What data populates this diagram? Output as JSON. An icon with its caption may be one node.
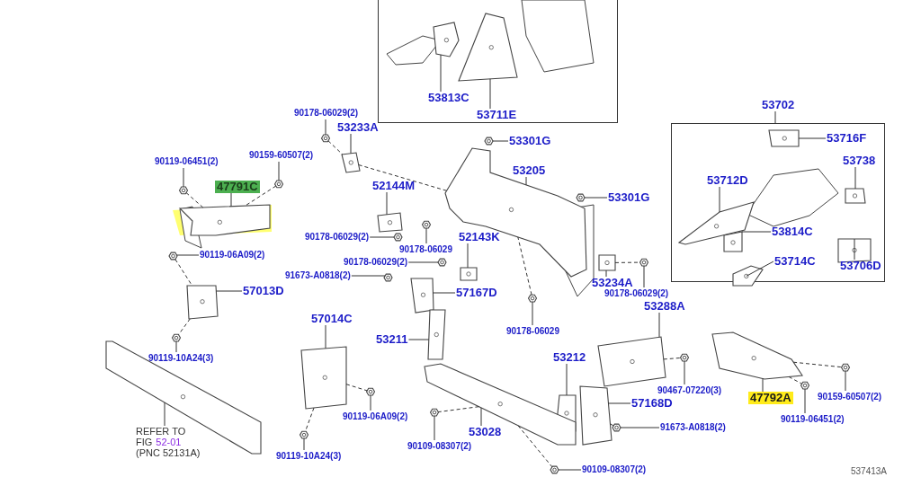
{
  "diagram": {
    "nodes": [
      {
        "text": [],
        "shape": "box"
      },
      {
        "text": [
          "53813C"
        ],
        "in": 0
      },
      {
        "text": [
          "53711E"
        ],
        "in": 0
      },
      {
        "text": [
          "90178-06029(2)"
        ]
      },
      {
        "text": [
          "53233A"
        ]
      },
      {
        "text": [
          "53301G"
        ]
      },
      {
        "text": [
          "90119-06451(2)"
        ]
      },
      {
        "text": [
          "90159-60507(2)"
        ]
      },
      {
        "text": [
          "53205"
        ]
      },
      {
        "text": [
          "47791C"
        ]
      },
      {
        "text": [
          "52144M"
        ]
      },
      {
        "text": [
          "53301G"
        ]
      },
      {
        "text": [
          "90178-06029(2)"
        ]
      },
      {
        "text": [
          "52143K"
        ]
      },
      {
        "text": [
          "90178-06029"
        ]
      },
      {
        "text": [
          "90119-06A09(2)"
        ]
      },
      {
        "text": [
          "90178-06029(2)"
        ]
      },
      {
        "text": [
          "91673-A0818(2)"
        ]
      },
      {
        "text": [
          "53234A"
        ]
      },
      {
        "text": [
          "57013D"
        ]
      },
      {
        "text": [
          "57167D"
        ]
      },
      {
        "text": [
          "90178-06029(2)"
        ]
      },
      {
        "text": [
          "53288A"
        ]
      },
      {
        "text": [
          "57014C"
        ]
      },
      {
        "text": [
          "90178-06029"
        ]
      },
      {
        "text": [
          "53211"
        ]
      },
      {
        "text": [
          "90119-10A24(3)"
        ]
      },
      {
        "text": [
          "53212"
        ]
      },
      {
        "text": [
          "90467-07220(3)"
        ]
      },
      {
        "text": [
          "47792A"
        ]
      },
      {
        "text": [
          "90159-60507(2)"
        ]
      },
      {
        "text": [
          "57168D"
        ]
      },
      {
        "text": [
          "90119-06A09(2)"
        ]
      },
      {
        "text": [
          "90119-06451(2)"
        ]
      },
      {
        "text": [
          "91673-A0818(2)"
        ]
      },
      {
        "text": [
          "REFER TO",
          "FIG",
          "52-01",
          "(PNC 52131A)"
        ]
      },
      {
        "text": [
          "53028"
        ]
      },
      {
        "text": [
          "90109-08307(2)"
        ]
      },
      {
        "text": [
          "90119-10A24(3)"
        ]
      },
      {
        "text": [
          "90109-08307(2)"
        ]
      },
      {
        "text": [
          "53702"
        ]
      },
      {
        "text": [],
        "shape": "box"
      },
      {
        "text": [
          "53716F"
        ],
        "in": 41
      },
      {
        "text": [
          "53738"
        ],
        "in": 41
      },
      {
        "text": [
          "53712D"
        ],
        "in": 41
      },
      {
        "text": [
          "53814C"
        ],
        "in": 41
      },
      {
        "text": [
          "53714C"
        ],
        "in": 41
      },
      {
        "text": [
          "53706D"
        ],
        "in": 41
      },
      {
        "text": [],
        "shape": "picture",
        "in": 0
      },
      {
        "text": [],
        "shape": "picture",
        "in": 0
      },
      {
        "text": [],
        "shape": "picture"
      },
      {
        "text": [],
        "shape": "picture"
      },
      {
        "text": [],
        "shape": "picture"
      },
      {
        "text": [],
        "shape": "picture"
      },
      {
        "text": [],
        "shape": "picture"
      },
      {
        "text": [],
        "shape": "picture"
      },
      {
        "text": [],
        "shape": "picture"
      },
      {
        "text": [],
        "shape": "picture"
      },
      {
        "text": [],
        "shape": "picture"
      },
      {
        "text": [],
        "shape": "picture"
      },
      {
        "text": [],
        "shape": "picture"
      },
      {
        "text": [],
        "shape": "picture"
      },
      {
        "text": [],
        "shape": "picture"
      },
      {
        "text": [],
        "shape": "picture"
      },
      {
        "text": [],
        "shape": "picture"
      },
      {
        "text": [],
        "shape": "picture"
      },
      {
        "text": [],
        "shape": "picture"
      },
      {
        "text": [],
        "shape": "picture"
      },
      {
        "text": [],
        "shape": "picture"
      },
      {
        "text": [],
        "shape": "picture"
      },
      {
        "text": [],
        "shape": "picture"
      },
      {
        "text": [],
        "shape": "picture"
      },
      {
        "text": [],
        "shape": "picture"
      },
      {
        "text": [],
        "shape": "picture"
      },
      {
        "text": [],
        "shape": "picture"
      },
      {
        "text": [],
        "shape": "picture"
      },
      {
        "text": [],
        "shape": "picture"
      },
      {
        "text": [],
        "shape": "picture"
      },
      {
        "text": [],
        "shape": "picture"
      },
      {
        "text": [],
        "shape": "picture"
      },
      {
        "text": [],
        "shape": "picture"
      },
      {
        "text": [],
        "shape": "picture"
      },
      {
        "text": [],
        "shape": "picture"
      },
      {
        "text": [],
        "shape": "picture"
      },
      {
        "text": [],
        "shape": "picture"
      },
      {
        "text": [],
        "shape": "picture"
      },
      {
        "text": [],
        "shape": "picture"
      },
      {
        "text": [],
        "shape": "picture",
        "in": 41
      },
      {
        "text": [],
        "shape": "picture",
        "in": 41
      },
      {
        "text": [],
        "shape": "picture",
        "in": 41
      },
      {
        "text": [],
        "shape": "picture",
        "in": 41
      },
      {
        "text": [],
        "shape": "picture",
        "in": 41
      },
      {
        "text": [],
        "shape": "picture",
        "in": 41
      }
    ],
    "edges": [
      {
        "from": 1,
        "to": 48,
        "arrow": "none"
      },
      {
        "from": 2,
        "to": 49,
        "arrow": "none"
      },
      {
        "from": 3,
        "to": 50,
        "arrow": "none"
      },
      {
        "from": 4,
        "to": 51,
        "arrow": "none"
      },
      {
        "from": 5,
        "to": 52,
        "arrow": "none"
      },
      {
        "from": 6,
        "to": 53,
        "arrow": "none"
      },
      {
        "from": 7,
        "to": 54,
        "arrow": "none"
      },
      {
        "from": 8,
        "to": 55,
        "arrow": "none"
      },
      {
        "from": 9,
        "to": 56,
        "arrow": "none"
      },
      {
        "from": 10,
        "to": 57,
        "arrow": "none"
      },
      {
        "from": 11,
        "to": 58,
        "arrow": "none"
      },
      {
        "from": 12,
        "to": 59,
        "arrow": "none"
      },
      {
        "from": 13,
        "to": 60,
        "arrow": "none"
      },
      {
        "from": 14,
        "to": 61,
        "arrow": "none"
      },
      {
        "from": 15,
        "to": 62,
        "arrow": "none"
      },
      {
        "from": 16,
        "to": 63,
        "arrow": "none"
      },
      {
        "from": 17,
        "to": 64,
        "arrow": "none"
      },
      {
        "from": 18,
        "to": 65,
        "arrow": "none"
      },
      {
        "from": 19,
        "to": 66,
        "arrow": "none"
      },
      {
        "from": 20,
        "to": 67,
        "arrow": "none"
      },
      {
        "from": 21,
        "to": 68,
        "arrow": "none"
      },
      {
        "from": 22,
        "to": 69,
        "arrow": "none"
      },
      {
        "from": 23,
        "to": 70,
        "arrow": "none"
      },
      {
        "from": 24,
        "to": 71,
        "arrow": "none"
      },
      {
        "from": 25,
        "to": 72,
        "arrow": "none"
      },
      {
        "from": 26,
        "to": 73,
        "arrow": "none"
      },
      {
        "from": 27,
        "to": 74,
        "arrow": "none"
      },
      {
        "from": 28,
        "to": 75,
        "arrow": "none"
      },
      {
        "from": 29,
        "to": 76,
        "arrow": "none"
      },
      {
        "from": 30,
        "to": 77,
        "arrow": "none"
      },
      {
        "from": 31,
        "to": 78,
        "arrow": "none"
      },
      {
        "from": 32,
        "to": 79,
        "arrow": "none"
      },
      {
        "from": 33,
        "to": 80,
        "arrow": "none"
      },
      {
        "from": 34,
        "to": 81,
        "arrow": "none"
      },
      {
        "from": 35,
        "to": 82,
        "arrow": "none"
      },
      {
        "from": 36,
        "to": 83,
        "arrow": "none"
      },
      {
        "from": 37,
        "to": 84,
        "arrow": "none"
      },
      {
        "from": 38,
        "to": 85,
        "arrow": "none"
      },
      {
        "from": 39,
        "to": 86,
        "arrow": "none"
      },
      {
        "from": 40,
        "to": 41,
        "arrow": "none"
      },
      {
        "from": 42,
        "to": 87,
        "arrow": "none"
      },
      {
        "from": 43,
        "to": 88,
        "arrow": "none"
      },
      {
        "from": 44,
        "to": 89,
        "arrow": "none"
      },
      {
        "from": 45,
        "to": 90,
        "arrow": "none"
      },
      {
        "from": 46,
        "to": 91,
        "arrow": "none"
      },
      {
        "from": 47,
        "to": 92,
        "arrow": "none"
      },
      {
        "from": 53,
        "to": 56,
        "arrow": "none",
        "style": "dashed"
      },
      {
        "from": 54,
        "to": 56,
        "arrow": "none",
        "style": "dashed"
      },
      {
        "from": 50,
        "to": 51,
        "arrow": "none",
        "style": "dashed"
      },
      {
        "from": 51,
        "to": 55,
        "arrow": "none",
        "style": "dashed"
      },
      {
        "from": 62,
        "to": 66,
        "arrow": "none",
        "style": "dashed"
      },
      {
        "from": 66,
        "to": 73,
        "arrow": "none",
        "style": "dashed"
      },
      {
        "from": 71,
        "to": 55,
        "arrow": "none",
        "style": "dashed"
      },
      {
        "from": 65,
        "to": 68,
        "arrow": "none",
        "style": "dashed"
      },
      {
        "from": 70,
        "to": 79,
        "arrow": "none",
        "style": "dashed"
      },
      {
        "from": 70,
        "to": 85,
        "arrow": "none",
        "style": "dashed"
      },
      {
        "from": 69,
        "to": 75,
        "arrow": "none",
        "style": "dashed"
      },
      {
        "from": 76,
        "to": 77,
        "arrow": "none",
        "style": "dashed"
      },
      {
        "from": 76,
        "to": 80,
        "arrow": "none",
        "style": "dashed"
      },
      {
        "from": 83,
        "to": 86,
        "arrow": "none",
        "style": "dashed"
      },
      {
        "from": 83,
        "to": 84,
        "arrow": "none",
        "style": "dashed"
      },
      {
        "from": 78,
        "to": 81,
        "arrow": "none",
        "style": "dashed"
      }
    ],
    "labels": [
      "537413A"
    ]
  }
}
